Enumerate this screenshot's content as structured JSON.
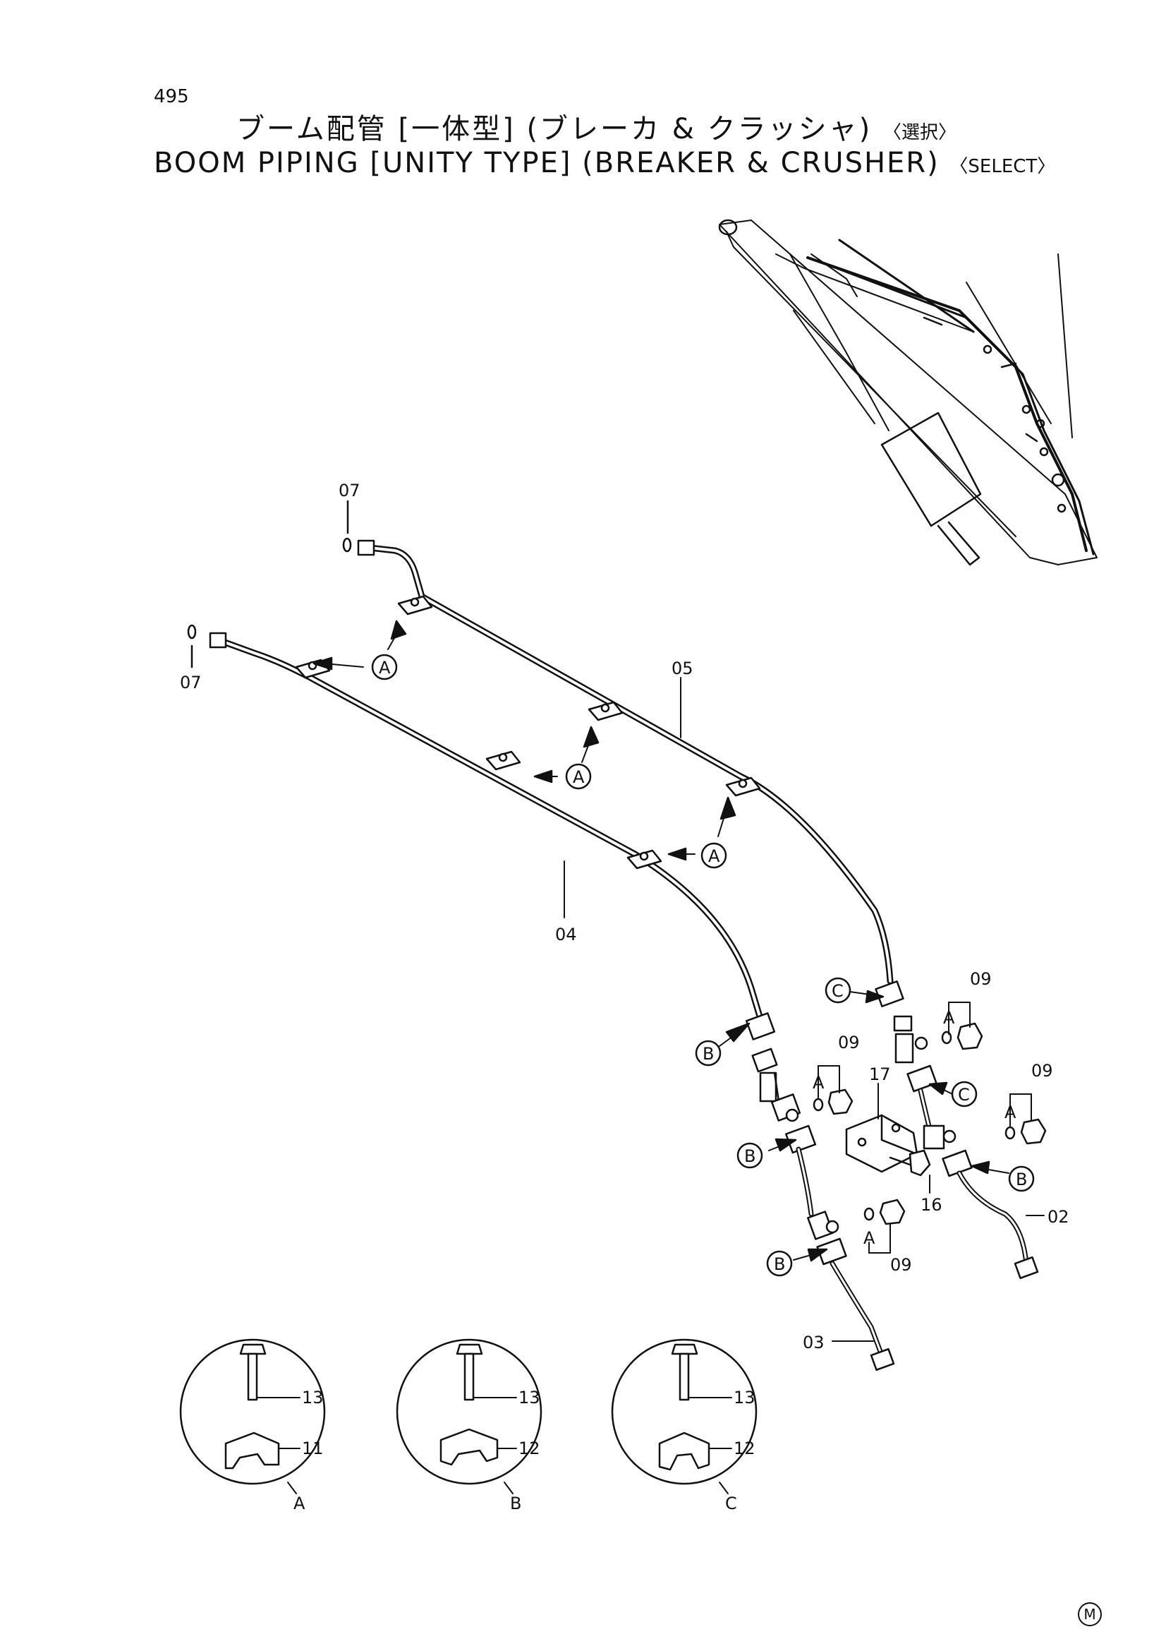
{
  "header": {
    "page_number": "495",
    "title_jp": "ブーム配管 [一体型] (ブレーカ & クラッシャ)",
    "title_jp_select": "〈選択〉",
    "title_en": "BOOM PIPING [UNITY TYPE] (BREAKER & CRUSHER)",
    "title_en_select": "〈SELECT〉"
  },
  "parts": {
    "p07a": "07",
    "p07b": "07",
    "p05": "05",
    "p04": "04",
    "p09a": "09",
    "p09b": "09",
    "p09c": "09",
    "p09d": "09",
    "p17": "17",
    "p16": "16",
    "p02": "02",
    "p03": "03"
  },
  "callouts": {
    "a1": "A",
    "a2": "A",
    "a3": "A",
    "b1": "B",
    "b2": "B",
    "b3": "B",
    "b4": "B",
    "c1": "C",
    "c2": "C",
    "oa1": "A",
    "oa2": "A",
    "oa3": "A",
    "oa4": "A"
  },
  "details": [
    {
      "bolt": "13",
      "clamp": "11",
      "label": "A"
    },
    {
      "bolt": "13",
      "clamp": "12",
      "label": "B"
    },
    {
      "bolt": "13",
      "clamp": "12",
      "label": "C"
    }
  ],
  "footer": {
    "mark": "M"
  }
}
